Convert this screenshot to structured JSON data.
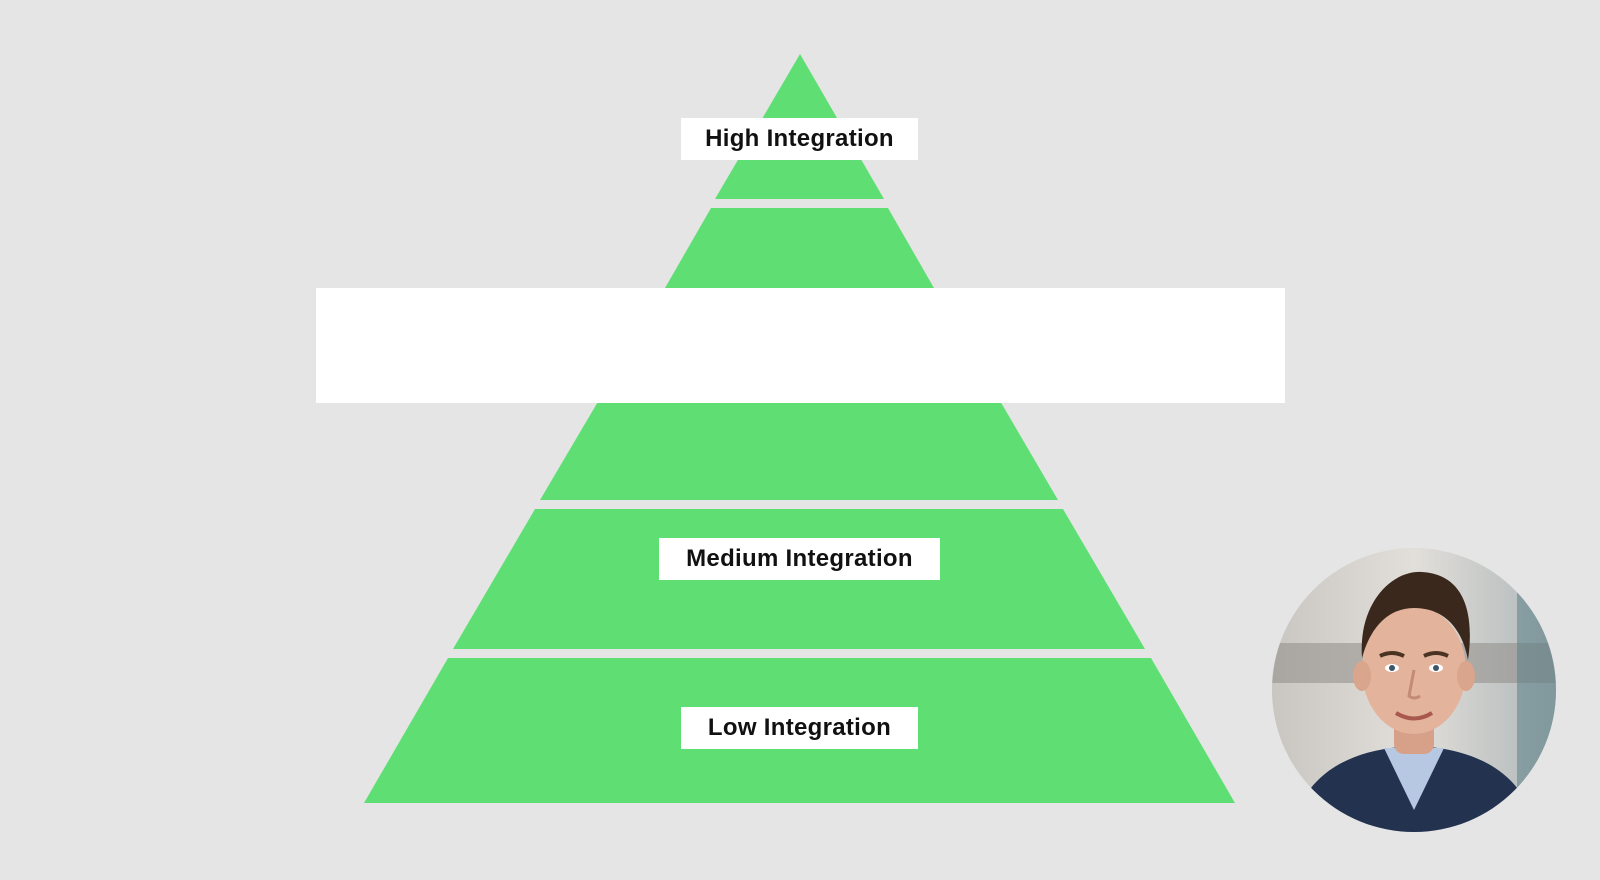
{
  "pyramid": {
    "tiers": [
      {
        "label": "High Integration"
      },
      {
        "label": ""
      },
      {
        "label": ""
      },
      {
        "label": "Medium Integration"
      },
      {
        "label": "Low Integration"
      }
    ]
  },
  "colors": {
    "background": "#e5e5e5",
    "tier_fill": "#5fdf73",
    "label_bg": "#ffffff",
    "label_text": "#111111"
  },
  "icons": {
    "presenter": "presenter-avatar-photo"
  }
}
